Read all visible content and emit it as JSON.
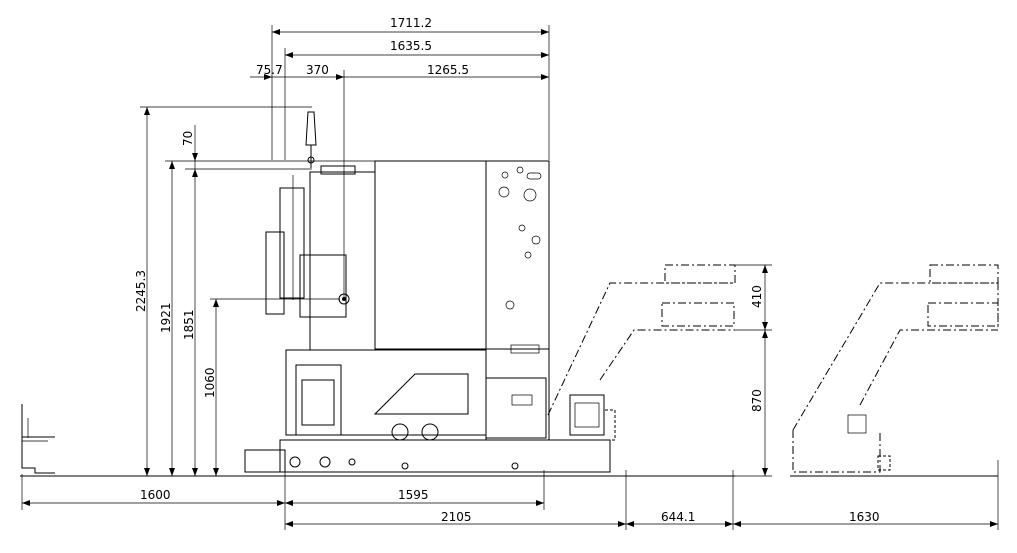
{
  "dimensions": {
    "top_total": "1711.2",
    "top_second": "1635.5",
    "top_left_small": "75.7",
    "top_mid": "370",
    "top_right": "1265.5",
    "left_h1": "2245.3",
    "left_h2": "70",
    "left_h3": "1921",
    "left_h4": "1851",
    "left_h5": "1060",
    "right_h1": "410",
    "right_h2": "870",
    "bottom_left": "1600",
    "bottom_mid": "1595",
    "bottom_b1": "2105",
    "bottom_b2": "644.1",
    "bottom_b3": "1630"
  },
  "colors": {
    "line": "#000000",
    "background": "#ffffff"
  }
}
